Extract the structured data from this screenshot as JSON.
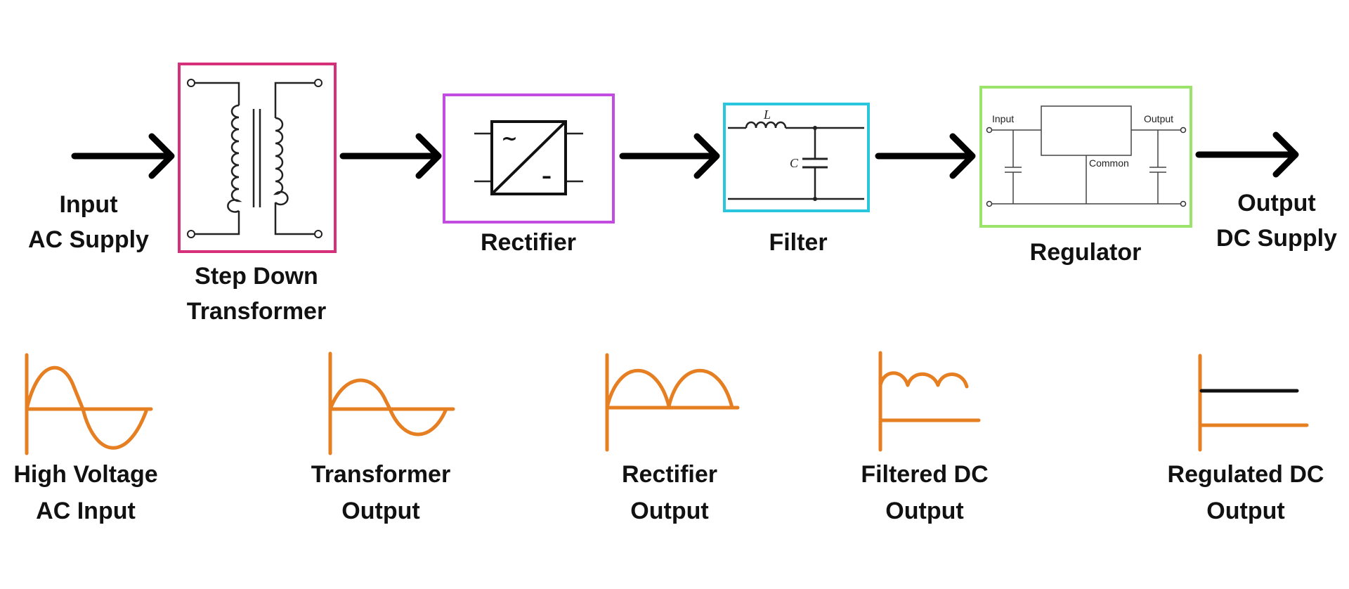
{
  "colors": {
    "transformer_border": "#d6307a",
    "rectifier_border": "#c24be0",
    "filter_border": "#29c6de",
    "regulator_border": "#9be36a",
    "waveform": "#e67e22",
    "arrow": "#000000",
    "regulated_line": "#111111"
  },
  "labels": {
    "input_line1": "Input",
    "input_line2": "AC Supply",
    "transformer_line1": "Step Down",
    "transformer_line2": "Transformer",
    "rectifier": "Rectifier",
    "filter": "Filter",
    "regulator": "Regulator",
    "output_line1": "Output",
    "output_line2": "DC Supply"
  },
  "rectifier_symbol": {
    "ac": "~",
    "dc": "–"
  },
  "filter_symbol": {
    "inductor": "L",
    "capacitor": "C"
  },
  "regulator_symbol": {
    "input": "Input",
    "output": "Output",
    "common": "Common"
  },
  "waveforms": [
    {
      "line1": "High Voltage",
      "line2": "AC Input",
      "icon": "sine-wave-icon"
    },
    {
      "line1": "Transformer",
      "line2": "Output",
      "icon": "reduced-sine-wave-icon"
    },
    {
      "line1": "Rectifier",
      "line2": "Output",
      "icon": "full-wave-rectified-icon"
    },
    {
      "line1": "Filtered DC",
      "line2": "Output",
      "icon": "ripple-dc-icon"
    },
    {
      "line1": "Regulated DC",
      "line2": "Output",
      "icon": "flat-dc-icon"
    }
  ]
}
